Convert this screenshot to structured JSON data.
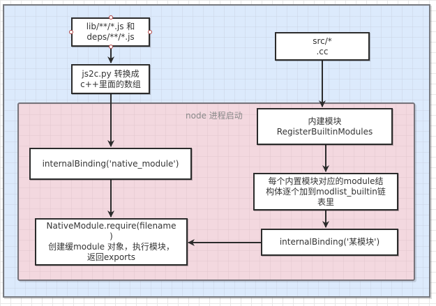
{
  "diagram": {
    "containers": {
      "outer": {
        "label": ""
      },
      "inner": {
        "label": "node 进程启动"
      }
    },
    "nodes": {
      "source_js": {
        "lines": [
          "lib/**/*.js 和",
          "deps/**/*.js"
        ]
      },
      "js2c": {
        "lines": [
          "js2c.py 转换成",
          "c++里面的数组"
        ]
      },
      "src_cc": {
        "lines": [
          "src/*",
          ".cc"
        ]
      },
      "builtin": {
        "lines": [
          "内建模块",
          "RegisterBuiltinModules"
        ]
      },
      "native_binding": {
        "lines": [
          "internalBinding('native_module')"
        ]
      },
      "modlist": {
        "lines": [
          "每个内置模块对应的module结",
          "构体逐个加到modlist_builtin链",
          "表里"
        ]
      },
      "require": {
        "lines": [
          "NativeModule.require(filename",
          ")",
          "创建缓module 对象，执行模块，",
          "返回exports"
        ]
      },
      "some_binding": {
        "lines": [
          "internalBinding('某模块')"
        ]
      }
    },
    "edges": [
      {
        "from": "source_js",
        "to": "js2c"
      },
      {
        "from": "js2c",
        "to": "native_binding"
      },
      {
        "from": "native_binding",
        "to": "require"
      },
      {
        "from": "src_cc",
        "to": "builtin"
      },
      {
        "from": "builtin",
        "to": "modlist"
      },
      {
        "from": "modlist",
        "to": "some_binding"
      },
      {
        "from": "some_binding",
        "to": "require"
      }
    ],
    "colors": {
      "outer_fill": "#dceafc",
      "inner_fill": "#f3d8df",
      "border": "#2b2b2b",
      "handle": "#b04040"
    }
  }
}
